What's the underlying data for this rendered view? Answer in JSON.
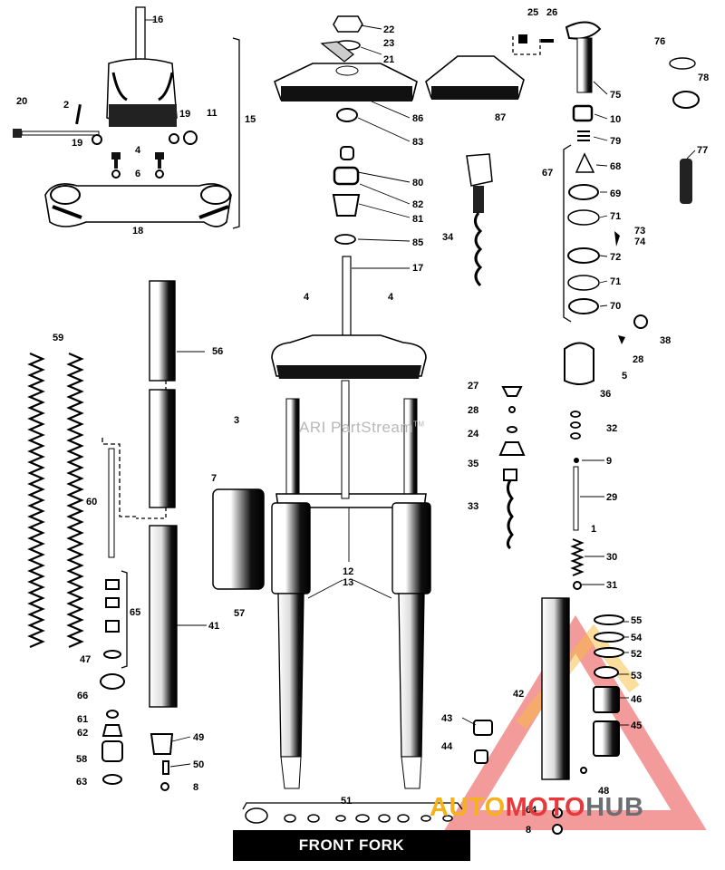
{
  "diagram": {
    "title": "FRONT FORK",
    "watermark": "ARI PartStream",
    "watermark_mark": "TM",
    "logo": {
      "part1": "AUTO",
      "part2": "MOTO",
      "part3": "HUB"
    },
    "callouts": [
      {
        "id": "c16",
        "text": "16"
      },
      {
        "id": "c2",
        "text": "2"
      },
      {
        "id": "c20",
        "text": "20"
      },
      {
        "id": "c19a",
        "text": "19"
      },
      {
        "id": "c19b",
        "text": "19"
      },
      {
        "id": "c11",
        "text": "11"
      },
      {
        "id": "c15",
        "text": "15"
      },
      {
        "id": "c4a",
        "text": "4"
      },
      {
        "id": "c6",
        "text": "6"
      },
      {
        "id": "c18",
        "text": "18"
      },
      {
        "id": "c22",
        "text": "22"
      },
      {
        "id": "c23",
        "text": "23"
      },
      {
        "id": "c21",
        "text": "21"
      },
      {
        "id": "c86",
        "text": "86"
      },
      {
        "id": "c83",
        "text": "83"
      },
      {
        "id": "c80",
        "text": "80"
      },
      {
        "id": "c82",
        "text": "82"
      },
      {
        "id": "c81",
        "text": "81"
      },
      {
        "id": "c85",
        "text": "85"
      },
      {
        "id": "c17",
        "text": "17"
      },
      {
        "id": "c25",
        "text": "25"
      },
      {
        "id": "c26",
        "text": "26"
      },
      {
        "id": "c87",
        "text": "87"
      },
      {
        "id": "c34",
        "text": "34"
      },
      {
        "id": "c75",
        "text": "75"
      },
      {
        "id": "c76",
        "text": "76"
      },
      {
        "id": "c78",
        "text": "78"
      },
      {
        "id": "c10",
        "text": "10"
      },
      {
        "id": "c79",
        "text": "79"
      },
      {
        "id": "c67",
        "text": "67"
      },
      {
        "id": "c68",
        "text": "68"
      },
      {
        "id": "c77",
        "text": "77"
      },
      {
        "id": "c69",
        "text": "69"
      },
      {
        "id": "c71a",
        "text": "71"
      },
      {
        "id": "c73",
        "text": "73"
      },
      {
        "id": "c74",
        "text": "74"
      },
      {
        "id": "c72",
        "text": "72"
      },
      {
        "id": "c71b",
        "text": "71"
      },
      {
        "id": "c70",
        "text": "70"
      },
      {
        "id": "c38",
        "text": "38"
      },
      {
        "id": "c28a",
        "text": "28"
      },
      {
        "id": "c5",
        "text": "5"
      },
      {
        "id": "c36",
        "text": "36"
      },
      {
        "id": "c4b",
        "text": "4"
      },
      {
        "id": "c4c",
        "text": "4"
      },
      {
        "id": "c59",
        "text": "59"
      },
      {
        "id": "c56",
        "text": "56"
      },
      {
        "id": "c27",
        "text": "27"
      },
      {
        "id": "c28b",
        "text": "28"
      },
      {
        "id": "c24",
        "text": "24"
      },
      {
        "id": "c32",
        "text": "32"
      },
      {
        "id": "c35",
        "text": "35"
      },
      {
        "id": "c9",
        "text": "9"
      },
      {
        "id": "c3",
        "text": "3"
      },
      {
        "id": "c7",
        "text": "7"
      },
      {
        "id": "c60",
        "text": "60"
      },
      {
        "id": "c33",
        "text": "33"
      },
      {
        "id": "c29",
        "text": "29"
      },
      {
        "id": "c1",
        "text": "1"
      },
      {
        "id": "c12",
        "text": "12"
      },
      {
        "id": "c13",
        "text": "13"
      },
      {
        "id": "c30",
        "text": "30"
      },
      {
        "id": "c31",
        "text": "31"
      },
      {
        "id": "c65",
        "text": "65"
      },
      {
        "id": "c57",
        "text": "57"
      },
      {
        "id": "c41",
        "text": "41"
      },
      {
        "id": "c55",
        "text": "55"
      },
      {
        "id": "c54",
        "text": "54"
      },
      {
        "id": "c52",
        "text": "52"
      },
      {
        "id": "c53",
        "text": "53"
      },
      {
        "id": "c47",
        "text": "47"
      },
      {
        "id": "c42",
        "text": "42"
      },
      {
        "id": "c46",
        "text": "46"
      },
      {
        "id": "c66",
        "text": "66"
      },
      {
        "id": "c61",
        "text": "61"
      },
      {
        "id": "c62",
        "text": "62"
      },
      {
        "id": "c43",
        "text": "43"
      },
      {
        "id": "c45",
        "text": "45"
      },
      {
        "id": "c49",
        "text": "49"
      },
      {
        "id": "c44",
        "text": "44"
      },
      {
        "id": "c58",
        "text": "58"
      },
      {
        "id": "c50",
        "text": "50"
      },
      {
        "id": "c63",
        "text": "63"
      },
      {
        "id": "c8a",
        "text": "8"
      },
      {
        "id": "c48",
        "text": "48"
      },
      {
        "id": "c51",
        "text": "51"
      },
      {
        "id": "c64",
        "text": "64"
      },
      {
        "id": "c8b",
        "text": "8"
      }
    ]
  }
}
